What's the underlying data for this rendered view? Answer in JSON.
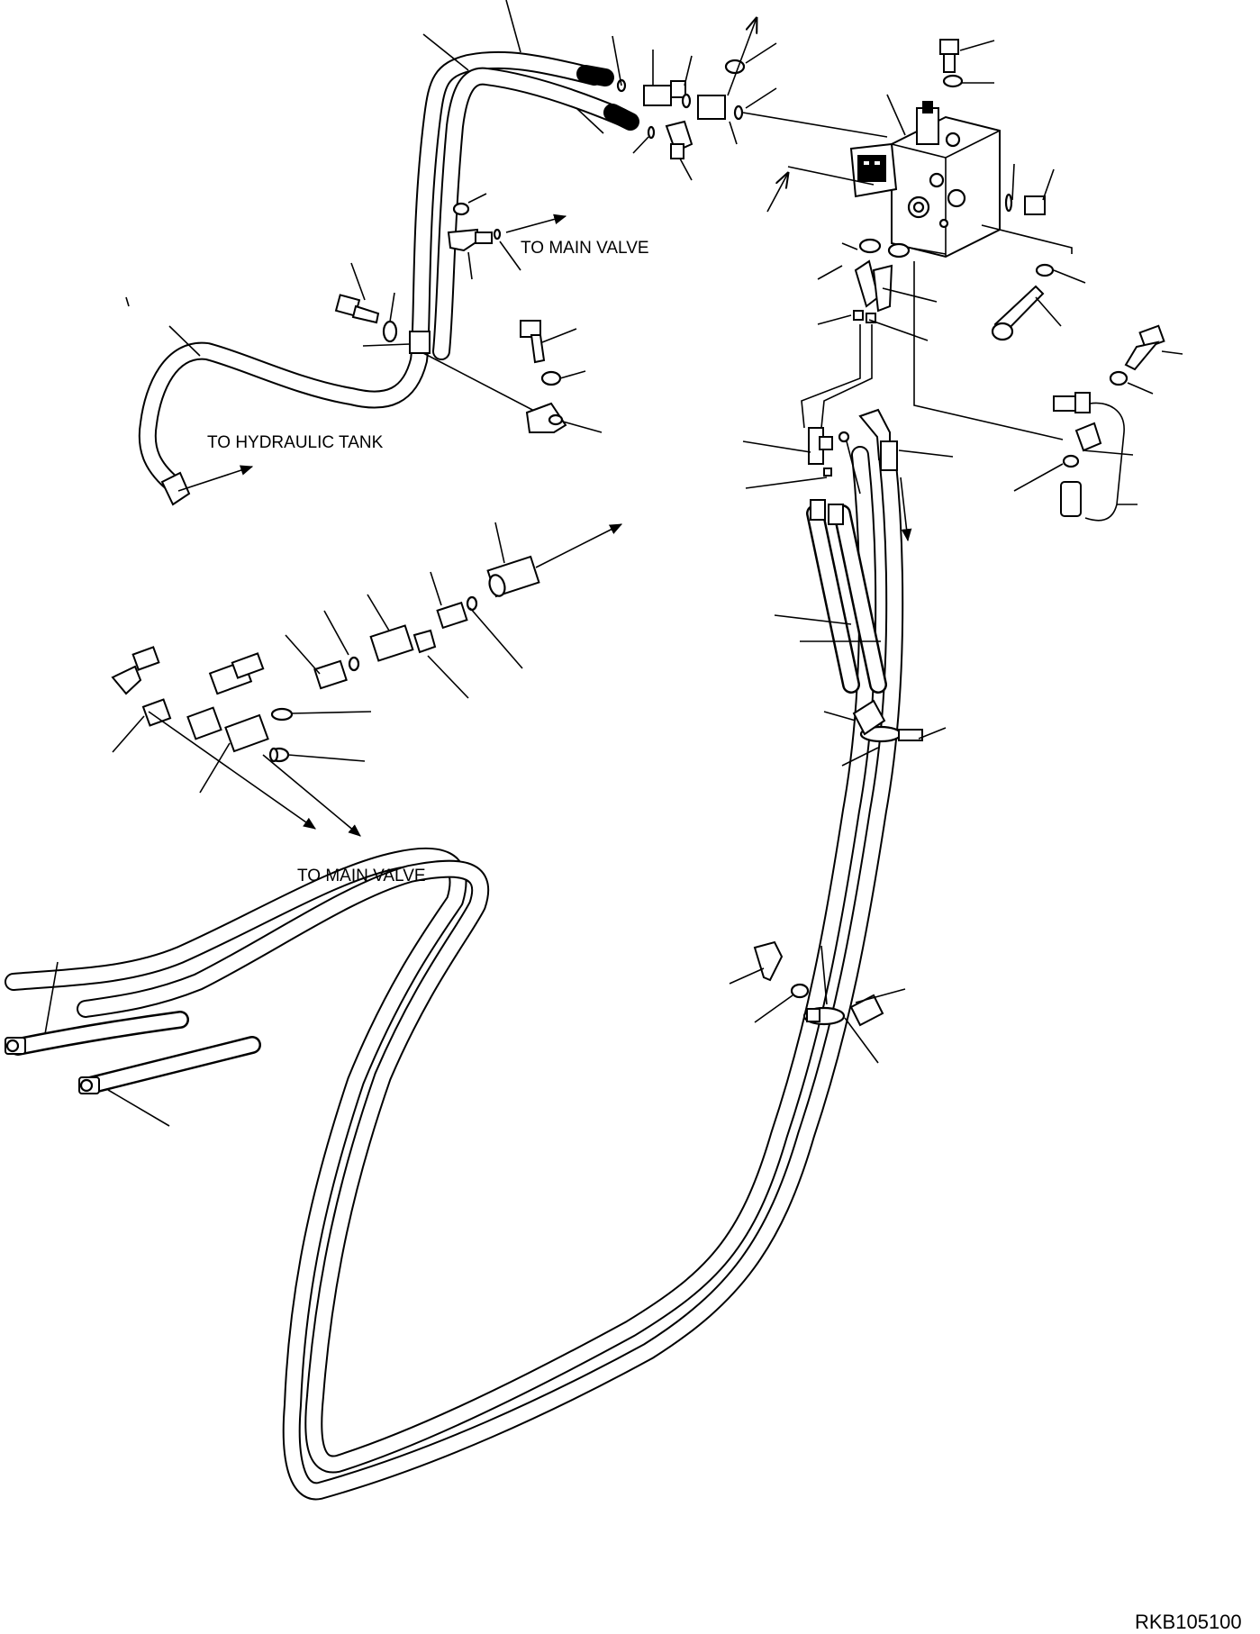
{
  "labels": {
    "to_main_valve_top": "TO MAIN VALVE",
    "to_hydraulic_tank": "TO HYDRAULIC TANK",
    "to_main_valve_mid": "TO MAIN VALVE",
    "drawing_code": "RKB105100"
  }
}
